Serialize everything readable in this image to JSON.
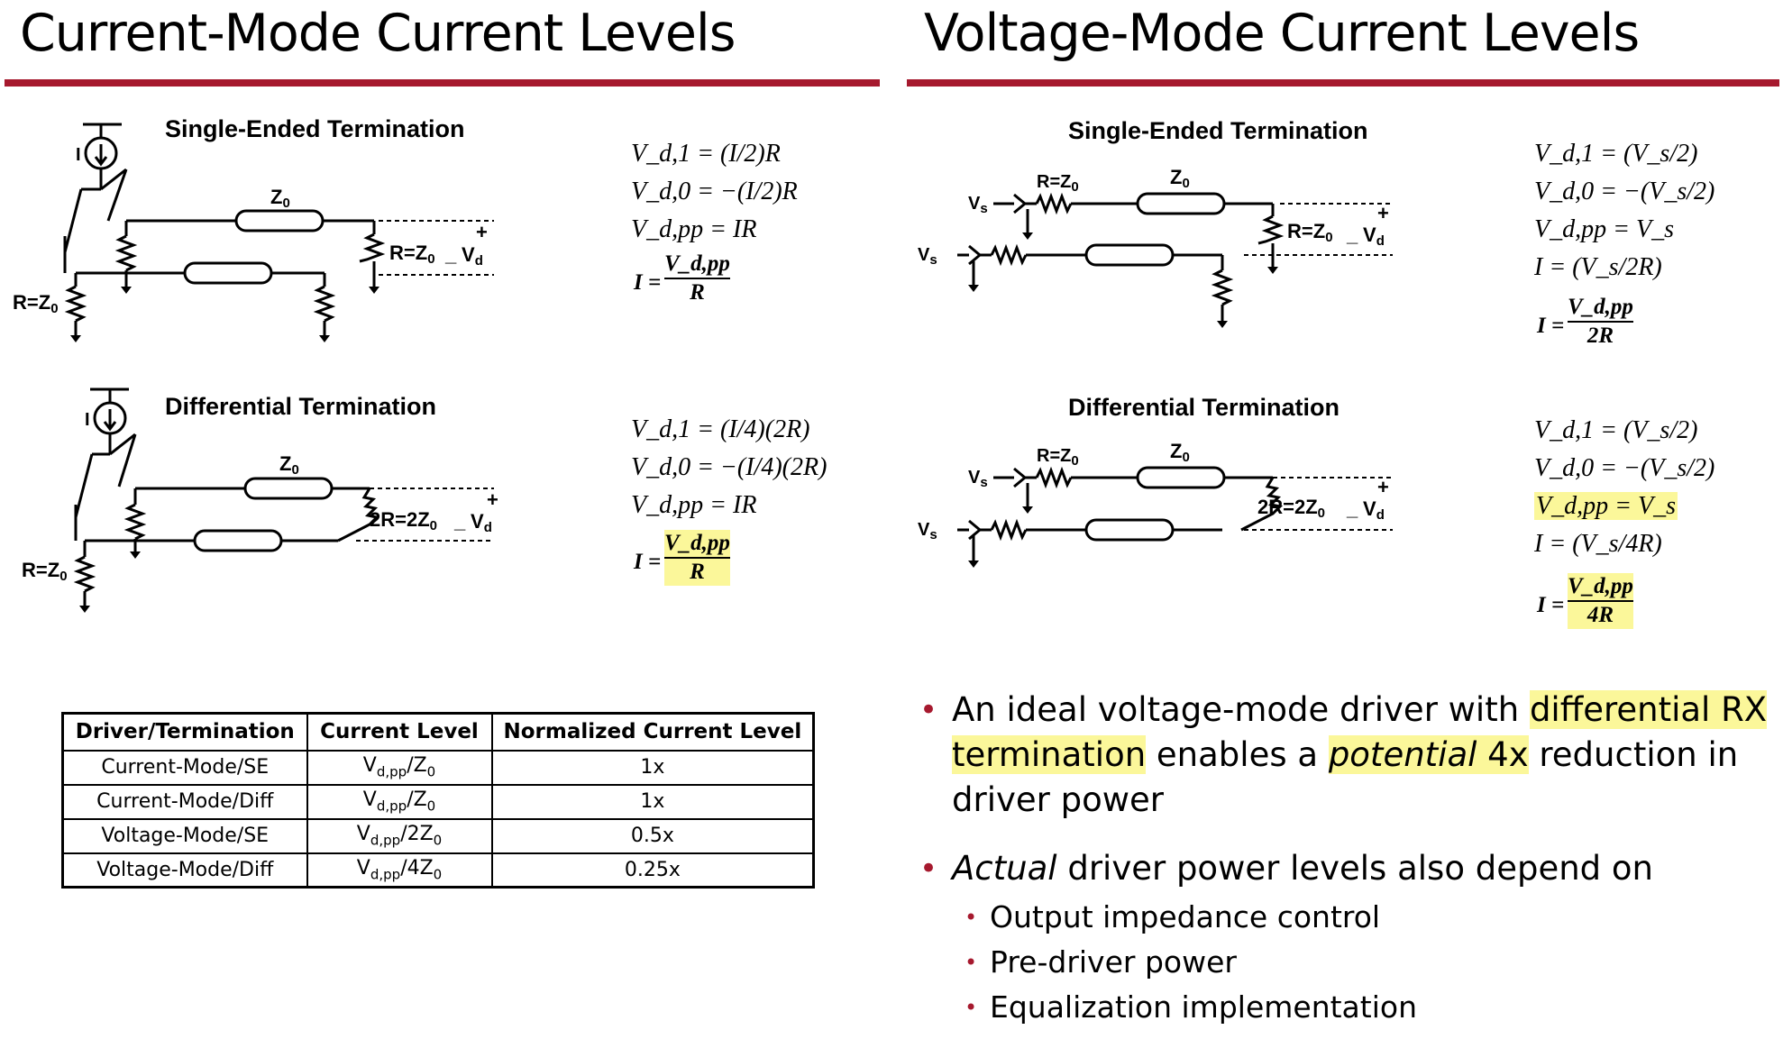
{
  "titles": {
    "left": "Current-Mode Current Levels",
    "right": "Voltage-Mode Current Levels"
  },
  "colors": {
    "accent_rule": "#a6192e",
    "highlight": "#fbf79a"
  },
  "current_mode": {
    "single_ended": {
      "heading": "Single-Ended Termination",
      "labels": {
        "source": "I",
        "line": "Z",
        "line_sub": "0",
        "termination": "R=Z",
        "termination_sub": "0",
        "driver_resistor": "R=Z",
        "driver_resistor_sub": "0",
        "vd": "V",
        "vd_sub": "d",
        "plus": "+",
        "minus": "_"
      },
      "equations": {
        "e1": "V_d,1 = (I/2)R",
        "e2": "V_d,0 = −(I/2)R",
        "e3": "V_d,pp = IR",
        "lhs": "I =",
        "num": "V_d,pp",
        "den": "R"
      }
    },
    "differential": {
      "heading": "Differential Termination",
      "labels": {
        "source": "I",
        "line": "Z",
        "line_sub": "0",
        "termination": "2R=2Z",
        "termination_sub": "0",
        "driver_resistor": "R=Z",
        "driver_resistor_sub": "0",
        "vd": "V",
        "vd_sub": "d",
        "plus": "+",
        "minus": "_"
      },
      "equations": {
        "e1": "V_d,1 = (I/4)(2R)",
        "e2": "V_d,0 = −(I/4)(2R)",
        "e3": "V_d,pp = IR",
        "lhs": "I =",
        "num": "V_d,pp",
        "den": "R"
      }
    }
  },
  "voltage_mode": {
    "single_ended": {
      "heading": "Single-Ended Termination",
      "labels": {
        "source": "V",
        "source_sub": "s",
        "series_r": "R=Z",
        "series_r_sub": "0",
        "line": "Z",
        "line_sub": "0",
        "termination": "R=Z",
        "termination_sub": "0",
        "vd": "V",
        "vd_sub": "d",
        "plus": "+",
        "minus": "_"
      },
      "equations": {
        "e1": "V_d,1 = (V_s/2)",
        "e2": "V_d,0 = −(V_s/2)",
        "e3": "V_d,pp = V_s",
        "e4": "I = (V_s/2R)",
        "lhs": "I =",
        "num": "V_d,pp",
        "den": "2R"
      }
    },
    "differential": {
      "heading": "Differential Termination",
      "labels": {
        "source": "V",
        "source_sub": "s",
        "series_r": "R=Z",
        "series_r_sub": "0",
        "line": "Z",
        "line_sub": "0",
        "termination": "2R=2Z",
        "termination_sub": "0",
        "vd": "V",
        "vd_sub": "d",
        "plus": "+",
        "minus": "_"
      },
      "equations": {
        "e1": "V_d,1 = (V_s/2)",
        "e2": "V_d,0 = −(V_s/2)",
        "e3": "V_d,pp = V_s",
        "e4": "I = (V_s/4R)",
        "lhs": "I =",
        "num": "V_d,pp",
        "den": "4R"
      }
    }
  },
  "table": {
    "headers": [
      "Driver/Termination",
      "Current Level",
      "Normalized Current Level"
    ],
    "rows": [
      {
        "driver": "Current-Mode/SE",
        "level_main": "V",
        "level_sub": "d,pp",
        "level_rest": "/Z",
        "level_rest_sub": "0",
        "normalized": "1x"
      },
      {
        "driver": "Current-Mode/Diff",
        "level_main": "V",
        "level_sub": "d,pp",
        "level_rest": "/Z",
        "level_rest_sub": "0",
        "normalized": "1x"
      },
      {
        "driver": "Voltage-Mode/SE",
        "level_main": "V",
        "level_sub": "d,pp",
        "level_rest": "/2Z",
        "level_rest_sub": "0",
        "normalized": "0.5x"
      },
      {
        "driver": "Voltage-Mode/Diff",
        "level_main": "V",
        "level_sub": "d,pp",
        "level_rest": "/4Z",
        "level_rest_sub": "0",
        "normalized": "0.25x"
      }
    ]
  },
  "bullets": {
    "b1_a": "An ideal voltage-mode driver with ",
    "b1_hl1": "differential RX termination",
    "b1_b": " enables a ",
    "b1_hl2": "potential",
    "b1_hl3": " 4x",
    "b1_c": " reduction in driver power",
    "b2_it": "Actual",
    "b2_rest": " driver power levels also depend on",
    "subs": [
      "Output impedance control",
      "Pre-driver power",
      "Equalization implementation"
    ]
  }
}
